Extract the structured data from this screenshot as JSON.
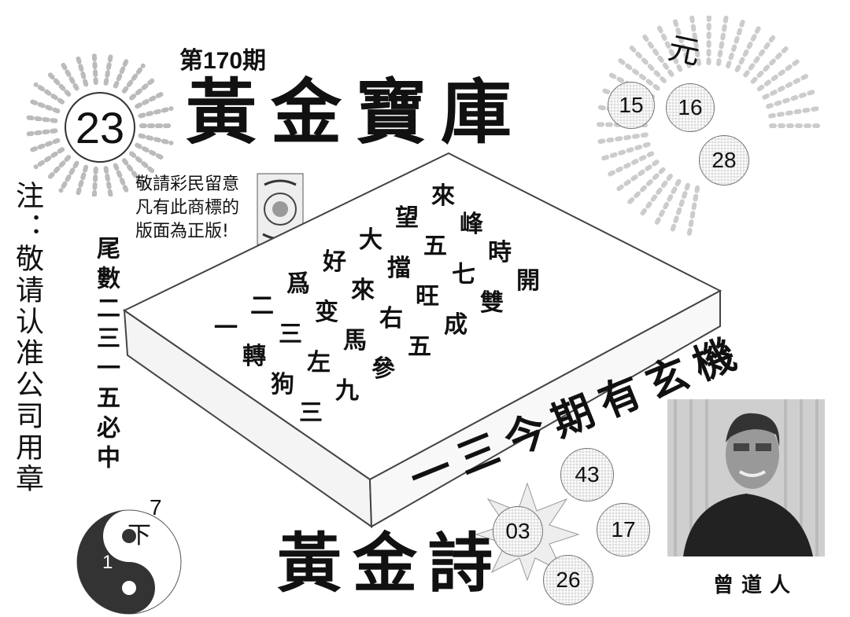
{
  "issue": "第170期",
  "title": "黃金寶庫",
  "special_number": "23",
  "note_vertical": "注：敬请认准公司用章",
  "notice_lines": [
    "敬請彩民留意",
    "凡有此商標的",
    "版面為正版!"
  ],
  "tail_tip": "尾數二三一五必中",
  "grid_rows": [
    [
      "一",
      "二",
      "爲",
      "好",
      "大",
      "望",
      "來"
    ],
    [
      "轉",
      "三",
      "变",
      "來",
      "擋",
      "五",
      "峰"
    ],
    [
      "狗",
      "左",
      "馬",
      "右",
      "旺",
      "七",
      "時"
    ],
    [
      "三",
      "九",
      "參",
      "五",
      "成",
      "雙",
      "開"
    ]
  ],
  "xuanji": "一三今期有玄機",
  "top_right_text": "元",
  "numbers_top": [
    "15",
    "16",
    "28"
  ],
  "numbers_bottom": [
    "43",
    "03",
    "17",
    "26"
  ],
  "yinyang_digits": [
    "7",
    "下",
    "1"
  ],
  "poem_title": "黃金詩",
  "person_name": "曾道人"
}
